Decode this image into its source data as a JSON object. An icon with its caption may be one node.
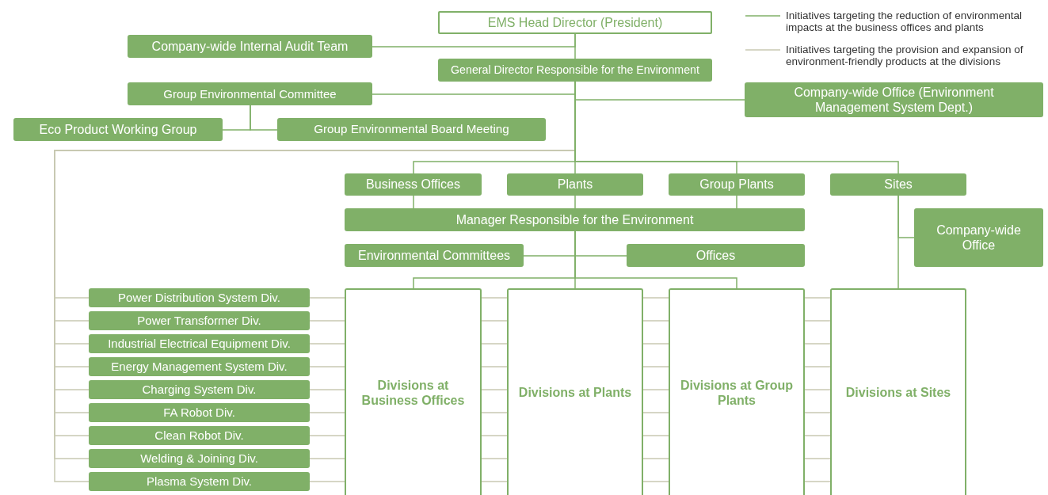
{
  "diagram": {
    "nodes": [
      {
        "text": [
          "EMS Head Director (President)"
        ]
      },
      {
        "text": [
          "Company-wide Internal Audit Team"
        ]
      },
      {
        "text": [
          "General Director Responsible for the Environment"
        ]
      },
      {
        "text": [
          "Group Environmental Committee"
        ]
      },
      {
        "text": [
          "Company-wide Office (Environment Management System Dept.)"
        ]
      },
      {
        "text": [
          "Eco Product Working Group"
        ]
      },
      {
        "text": [
          "Group Environmental Board Meeting"
        ]
      },
      {
        "text": [
          "Business Offices"
        ]
      },
      {
        "text": [
          "Plants"
        ]
      },
      {
        "text": [
          "Group Plants"
        ]
      },
      {
        "text": [
          "Sites"
        ]
      },
      {
        "text": [
          "Manager Responsible for the Environment"
        ]
      },
      {
        "text": [
          "Company-wide Office"
        ]
      },
      {
        "text": [
          "Environmental Committees"
        ]
      },
      {
        "text": [
          "Offices"
        ]
      },
      {
        "text": [
          "Power Distribution System Div."
        ]
      },
      {
        "text": [
          "Power Transformer Div."
        ]
      },
      {
        "text": [
          "Industrial Electrical Equipment Div."
        ]
      },
      {
        "text": [
          "Energy Management System Div."
        ]
      },
      {
        "text": [
          "Charging System Div."
        ]
      },
      {
        "text": [
          "FA Robot Div."
        ]
      },
      {
        "text": [
          "Clean Robot Div."
        ]
      },
      {
        "text": [
          "Welding & Joining Div."
        ]
      },
      {
        "text": [
          "Plasma System Div."
        ]
      },
      {
        "text": [
          "Divisions at Business Offices"
        ]
      },
      {
        "text": [
          "Divisions at Plants"
        ]
      },
      {
        "text": [
          "Divisions at Group Plants"
        ]
      },
      {
        "text": [
          "Divisions at Sites"
        ]
      }
    ],
    "edges": [
      {
        "from": 0,
        "to": 2,
        "arrow": "none"
      },
      {
        "from": 0,
        "to": 1,
        "arrow": "none"
      },
      {
        "from": 2,
        "to": 3,
        "arrow": "none"
      },
      {
        "from": 2,
        "to": 4,
        "arrow": "none"
      },
      {
        "from": 3,
        "to": 5,
        "arrow": "none"
      },
      {
        "from": 3,
        "to": 6,
        "arrow": "none"
      },
      {
        "from": 2,
        "to": 7,
        "arrow": "none"
      },
      {
        "from": 2,
        "to": 8,
        "arrow": "none"
      },
      {
        "from": 2,
        "to": 9,
        "arrow": "none"
      },
      {
        "from": 2,
        "to": 10,
        "arrow": "none"
      },
      {
        "from": 7,
        "to": 11,
        "arrow": "none"
      },
      {
        "from": 8,
        "to": 11,
        "arrow": "none"
      },
      {
        "from": 9,
        "to": 11,
        "arrow": "none"
      },
      {
        "from": 11,
        "to": 13,
        "arrow": "none"
      },
      {
        "from": 11,
        "to": 14,
        "arrow": "none"
      },
      {
        "from": 11,
        "to": 24,
        "arrow": "none"
      },
      {
        "from": 11,
        "to": 25,
        "arrow": "none"
      },
      {
        "from": 11,
        "to": 26,
        "arrow": "none"
      },
      {
        "from": 10,
        "to": 12,
        "arrow": "none"
      },
      {
        "from": 10,
        "to": 27,
        "arrow": "none"
      },
      {
        "from": 2,
        "to": 15,
        "arrow": "none",
        "color": "#c8c9b2"
      },
      {
        "from": 2,
        "to": 16,
        "arrow": "none",
        "color": "#c8c9b2"
      },
      {
        "from": 2,
        "to": 17,
        "arrow": "none",
        "color": "#c8c9b2"
      },
      {
        "from": 2,
        "to": 18,
        "arrow": "none",
        "color": "#c8c9b2"
      },
      {
        "from": 2,
        "to": 19,
        "arrow": "none",
        "color": "#c8c9b2"
      },
      {
        "from": 2,
        "to": 20,
        "arrow": "none",
        "color": "#c8c9b2"
      },
      {
        "from": 2,
        "to": 21,
        "arrow": "none",
        "color": "#c8c9b2"
      },
      {
        "from": 2,
        "to": 22,
        "arrow": "none",
        "color": "#c8c9b2"
      },
      {
        "from": 2,
        "to": 23,
        "arrow": "none",
        "color": "#c8c9b2"
      },
      {
        "from": 15,
        "to": 24,
        "arrow": "none",
        "color": "#c8c9b2"
      },
      {
        "from": 16,
        "to": 24,
        "arrow": "none",
        "color": "#c8c9b2"
      },
      {
        "from": 17,
        "to": 24,
        "arrow": "none",
        "color": "#c8c9b2"
      },
      {
        "from": 18,
        "to": 24,
        "arrow": "none",
        "color": "#c8c9b2"
      },
      {
        "from": 19,
        "to": 24,
        "arrow": "none",
        "color": "#c8c9b2"
      },
      {
        "from": 20,
        "to": 24,
        "arrow": "none",
        "color": "#c8c9b2"
      },
      {
        "from": 21,
        "to": 24,
        "arrow": "none",
        "color": "#c8c9b2"
      },
      {
        "from": 22,
        "to": 24,
        "arrow": "none",
        "color": "#c8c9b2"
      },
      {
        "from": 23,
        "to": 24,
        "arrow": "none",
        "color": "#c8c9b2"
      },
      {
        "from": 24,
        "to": 25,
        "arrow": "none",
        "color": "#c8c9b2"
      },
      {
        "from": 24,
        "to": 25,
        "arrow": "none",
        "color": "#c8c9b2"
      },
      {
        "from": 24,
        "to": 25,
        "arrow": "none",
        "color": "#c8c9b2"
      },
      {
        "from": 24,
        "to": 25,
        "arrow": "none",
        "color": "#c8c9b2"
      },
      {
        "from": 24,
        "to": 25,
        "arrow": "none",
        "color": "#c8c9b2"
      },
      {
        "from": 24,
        "to": 25,
        "arrow": "none",
        "color": "#c8c9b2"
      },
      {
        "from": 24,
        "to": 25,
        "arrow": "none",
        "color": "#c8c9b2"
      },
      {
        "from": 24,
        "to": 25,
        "arrow": "none",
        "color": "#c8c9b2"
      },
      {
        "from": 24,
        "to": 25,
        "arrow": "none",
        "color": "#c8c9b2"
      },
      {
        "from": 25,
        "to": 26,
        "arrow": "none",
        "color": "#c8c9b2"
      },
      {
        "from": 25,
        "to": 26,
        "arrow": "none",
        "color": "#c8c9b2"
      },
      {
        "from": 25,
        "to": 26,
        "arrow": "none",
        "color": "#c8c9b2"
      },
      {
        "from": 25,
        "to": 26,
        "arrow": "none",
        "color": "#c8c9b2"
      },
      {
        "from": 25,
        "to": 26,
        "arrow": "none",
        "color": "#c8c9b2"
      },
      {
        "from": 25,
        "to": 26,
        "arrow": "none",
        "color": "#c8c9b2"
      },
      {
        "from": 25,
        "to": 26,
        "arrow": "none",
        "color": "#c8c9b2"
      },
      {
        "from": 25,
        "to": 26,
        "arrow": "none",
        "color": "#c8c9b2"
      },
      {
        "from": 25,
        "to": 26,
        "arrow": "none",
        "color": "#c8c9b2"
      },
      {
        "from": 26,
        "to": 27,
        "arrow": "none",
        "color": "#c8c9b2"
      },
      {
        "from": 26,
        "to": 27,
        "arrow": "none",
        "color": "#c8c9b2"
      },
      {
        "from": 26,
        "to": 27,
        "arrow": "none",
        "color": "#c8c9b2"
      },
      {
        "from": 26,
        "to": 27,
        "arrow": "none",
        "color": "#c8c9b2"
      },
      {
        "from": 26,
        "to": 27,
        "arrow": "none",
        "color": "#c8c9b2"
      },
      {
        "from": 26,
        "to": 27,
        "arrow": "none",
        "color": "#c8c9b2"
      },
      {
        "from": 26,
        "to": 27,
        "arrow": "none",
        "color": "#c8c9b2"
      },
      {
        "from": 26,
        "to": 27,
        "arrow": "none",
        "color": "#c8c9b2"
      },
      {
        "from": 26,
        "to": 27,
        "arrow": "none",
        "color": "#c8c9b2"
      }
    ],
    "legend": [
      {
        "text": "Initiatives targeting the reduction of environmental impacts at the business offices and plants"
      },
      {
        "text": "Initiatives targeting the provision and expansion of environment-friendly products at the divisions"
      }
    ]
  }
}
